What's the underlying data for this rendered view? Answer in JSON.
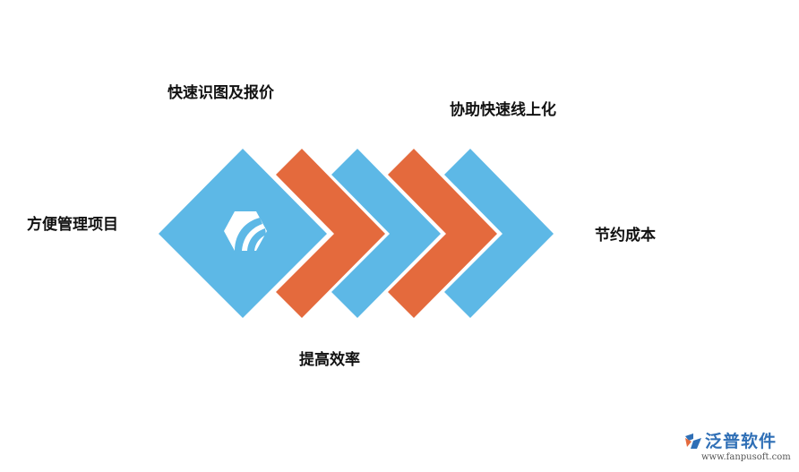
{
  "labels": {
    "left": "方便管理项目",
    "top1": "快速识图及报价",
    "top2": "协助快速线上化",
    "right": "节约成本",
    "bottom": "提高效率"
  },
  "watermark": {
    "brand": "泛普软件",
    "url": "www.fanpusoft.com"
  },
  "colors": {
    "blue": "#5db8e6",
    "orange": "#e46a3d",
    "center_icon_bg": "#ffffff",
    "brand_blue": "#2f6fb6",
    "brand_orange": "#e46a3d"
  },
  "icons": {
    "center": "hexagon-logo-icon",
    "watermark": "fanpu-logo-icon"
  }
}
